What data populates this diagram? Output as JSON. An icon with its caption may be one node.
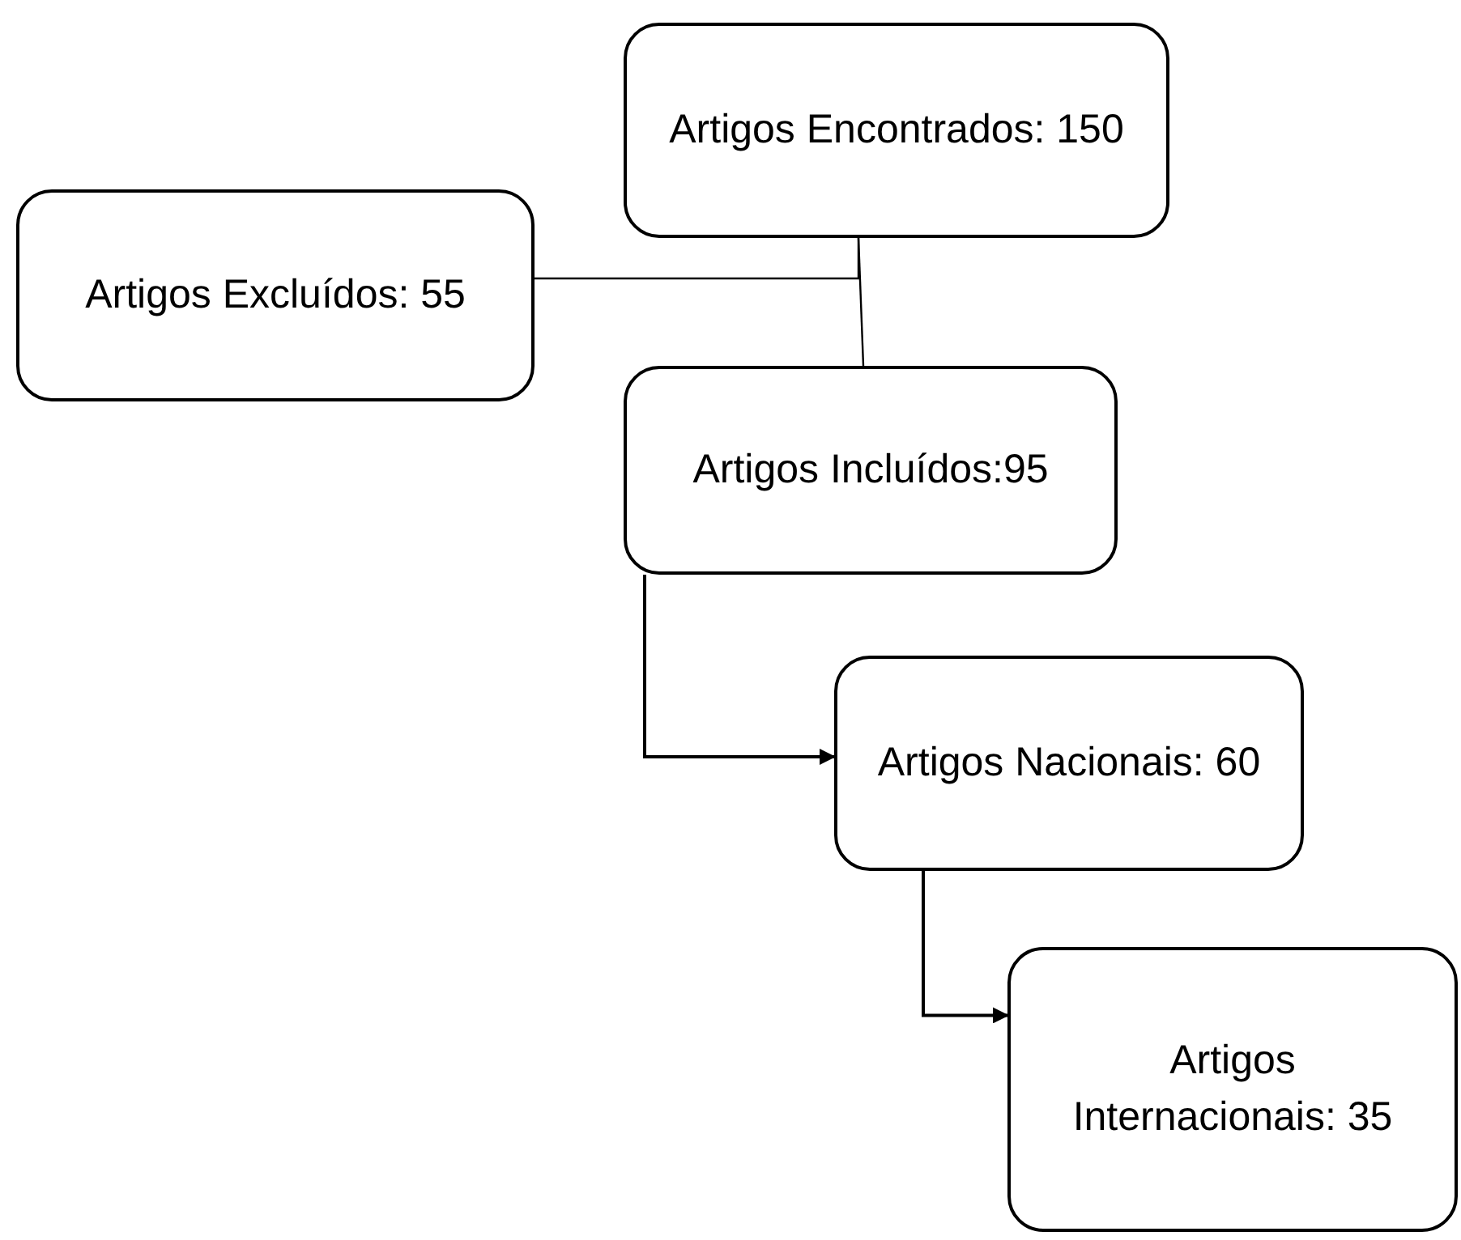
{
  "diagram": {
    "nodes": [
      {
        "text": [
          "Artigos Encontrados: 150"
        ]
      },
      {
        "text": [
          "Artigos Excluídos: 55"
        ]
      },
      {
        "text": [
          "Artigos Incluídos:95"
        ]
      },
      {
        "text": [
          "Artigos Nacionais: 60"
        ]
      },
      {
        "text": [
          "Artigos Internacionais: 35"
        ]
      }
    ],
    "edges": [
      {
        "from": 0,
        "to": 1,
        "arrow": "none"
      },
      {
        "from": 0,
        "to": 2,
        "arrow": "none"
      },
      {
        "from": 2,
        "to": 3,
        "arrow": "to"
      },
      {
        "from": 3,
        "to": 4,
        "arrow": "to"
      }
    ]
  }
}
